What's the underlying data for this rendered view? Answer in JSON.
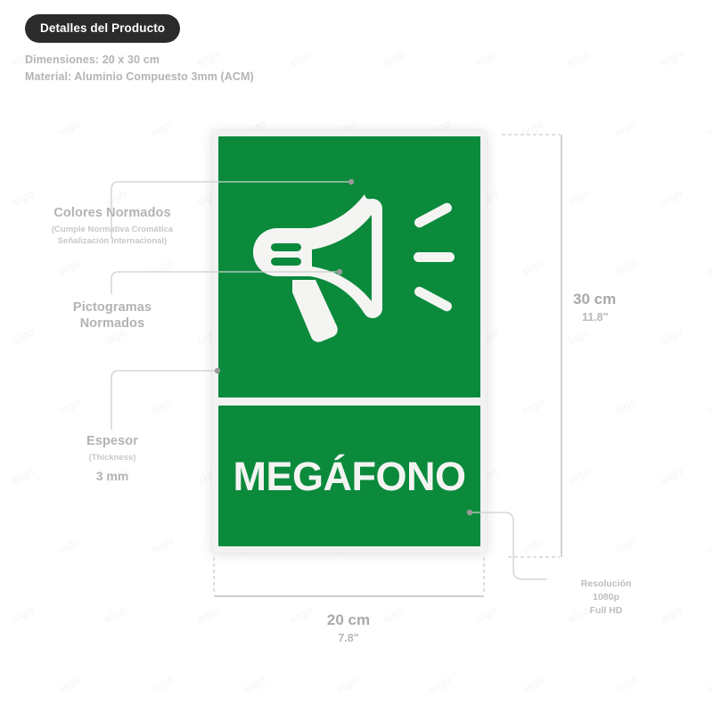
{
  "header": {
    "badge_label": "Detalles del Producto",
    "spec_dimensions": "Dimensiones: 20 x 30 cm",
    "spec_material": "Material: Aluminio Compuesto 3mm (ACM)"
  },
  "sign": {
    "label": "MEGÁFONO",
    "pictogram": "megaphone-icon",
    "background_color": "#0b8a3c",
    "foreground_color": "#f3f4f2",
    "frame_color": "#f2f2f2"
  },
  "annotations": [
    {
      "id": "colores-normados",
      "title": "Colores Normados",
      "sub_line1": "(Cumple Normativa Cromática",
      "sub_line2": "Señalización Internacional)"
    },
    {
      "id": "pictogramas-normados",
      "title_line1": "Pictogramas",
      "title_line2": "Normados"
    },
    {
      "id": "espesor",
      "title": "Espesor",
      "sub": "(Thickness)",
      "value": "3 mm"
    }
  ],
  "dimensions": {
    "height_main": "30 cm",
    "height_sub": "11.8\"",
    "width_main": "20 cm",
    "width_sub": "7.8\""
  },
  "resolution": {
    "line1": "Resolución",
    "line2": "1080p",
    "line3": "Full HD"
  },
  "watermark": {
    "text": "sigo"
  },
  "colors": {
    "sign_green": "#0b8a3c",
    "badge_dark": "#2b2b2b",
    "annotation_gray": "#b3b3b3",
    "leader_line_gray": "#c9c9c9"
  }
}
